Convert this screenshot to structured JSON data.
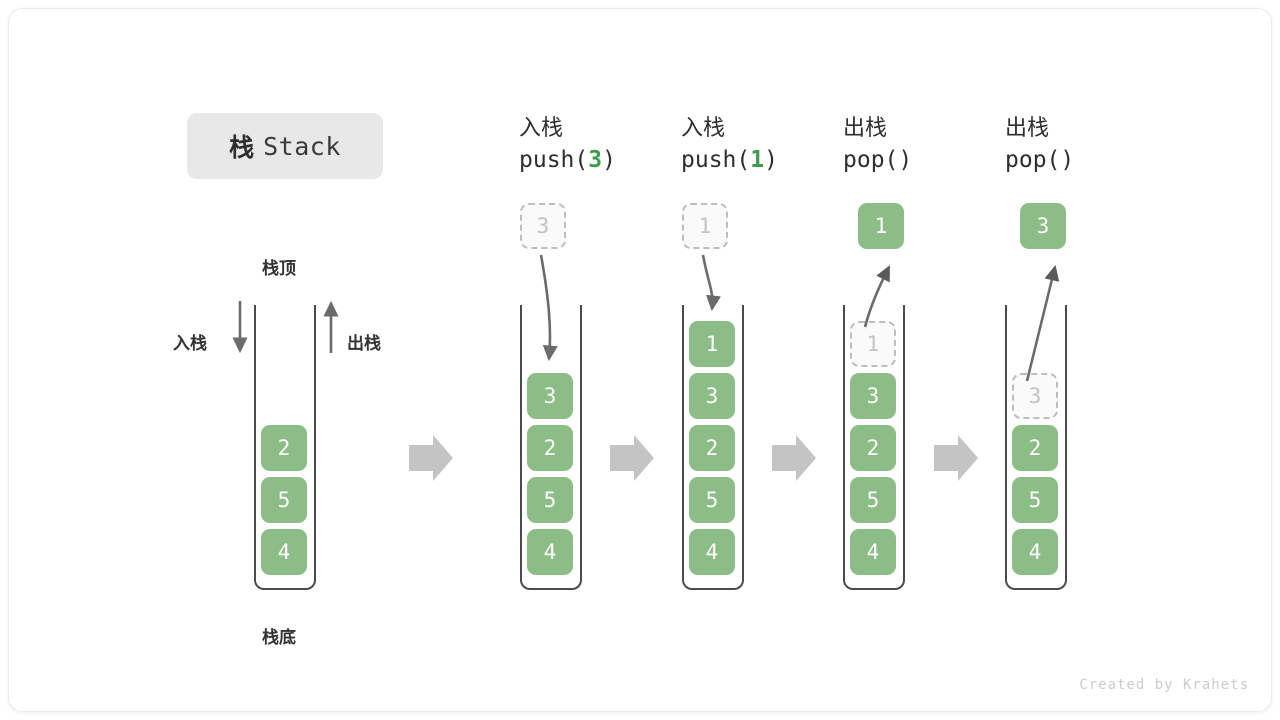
{
  "title": {
    "cn": "栈",
    "en": "Stack"
  },
  "labels": {
    "top": "栈顶",
    "bottom": "栈底",
    "push": "入栈",
    "pop": "出栈"
  },
  "colors": {
    "cell_fill": "#8cbd87",
    "cell_text": "#ffffff",
    "ghost_border": "#bdbdbd",
    "ghost_text": "#c2c2c2",
    "container_stroke": "#4f4a4a",
    "arrow_gray": "#6b6b6b",
    "step_arrow": "#c4c4c4",
    "accent_green": "#3f9a50",
    "badge_bg": "#e8e8e8"
  },
  "columns": [
    {
      "id": "initial",
      "header_cn": "",
      "header_fn": "",
      "header_arg": "",
      "cells": [
        "2",
        "5",
        "4"
      ],
      "empty_top_slots": 0,
      "ghost_index": -1,
      "floating": null
    },
    {
      "id": "push-3",
      "header_cn": "入栈",
      "header_fn_prefix": "push(",
      "header_arg": "3",
      "header_fn_suffix": ")",
      "cells": [
        "3",
        "2",
        "5",
        "4"
      ],
      "ghost_index": -1,
      "floating": {
        "value": "3",
        "style": "ghost"
      },
      "arrow": "down"
    },
    {
      "id": "push-1",
      "header_cn": "入栈",
      "header_fn_prefix": "push(",
      "header_arg": "1",
      "header_fn_suffix": ")",
      "cells": [
        "1",
        "3",
        "2",
        "5",
        "4"
      ],
      "ghost_index": -1,
      "floating": {
        "value": "1",
        "style": "ghost"
      },
      "arrow": "down"
    },
    {
      "id": "pop-1",
      "header_cn": "出栈",
      "header_fn_prefix": "pop(",
      "header_arg": "",
      "header_fn_suffix": ")",
      "cells": [
        "1",
        "3",
        "2",
        "5",
        "4"
      ],
      "ghost_index": 0,
      "floating": {
        "value": "1",
        "style": "filled"
      },
      "arrow": "up"
    },
    {
      "id": "pop-3",
      "header_cn": "出栈",
      "header_fn_prefix": "pop(",
      "header_arg": "",
      "header_fn_suffix": ")",
      "cells": [
        "",
        "3",
        "2",
        "5",
        "4"
      ],
      "ghost_index": 1,
      "floating": {
        "value": "3",
        "style": "filled"
      },
      "arrow": "up"
    }
  ],
  "watermark": "Created by Krahets"
}
